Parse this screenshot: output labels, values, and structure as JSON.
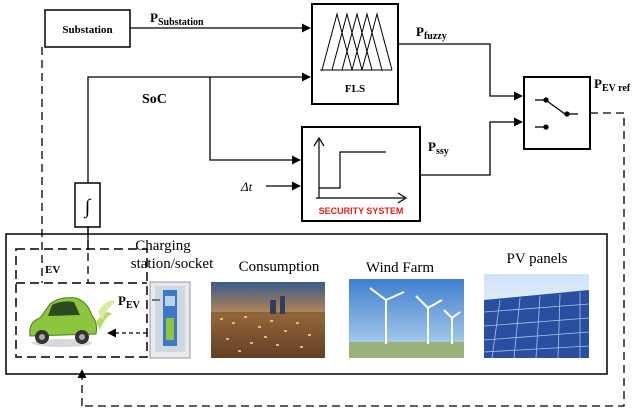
{
  "blocks": {
    "substation": "Substation",
    "fls": "FLS",
    "security_system": "SECURITY SYSTEM",
    "ev": "EV"
  },
  "signals": {
    "p_substation": {
      "main": "P",
      "sub": "Substation"
    },
    "soc": "SoC",
    "p_fuzzy": {
      "main": "P",
      "sub": "fuzzy"
    },
    "p_ssy": {
      "main": "P",
      "sub": "ssy"
    },
    "p_ev_ref": {
      "main": "P",
      "sub": "EV ref"
    },
    "p_ev": {
      "main": "P",
      "sub": "EV"
    },
    "delta_t": "Δt"
  },
  "loads": {
    "charging_station_line1": "Charging",
    "charging_station_line2": "station/socket",
    "consumption": "Consumption",
    "wind_farm": "Wind Farm",
    "pv_panels": "PV panels"
  },
  "colors": {
    "line": "#000000",
    "security_text": "#e0201b",
    "car_body": "#8cc63f",
    "sky": "#7fb3e6",
    "pv_panel": "#2a4fa0"
  },
  "icons": {
    "fls_block": "fuzzy-membership-icon",
    "switch_block": "switch-icon",
    "security_block": "step-function-icon",
    "integrator": "integral-icon",
    "ev": "electric-car-icon"
  }
}
